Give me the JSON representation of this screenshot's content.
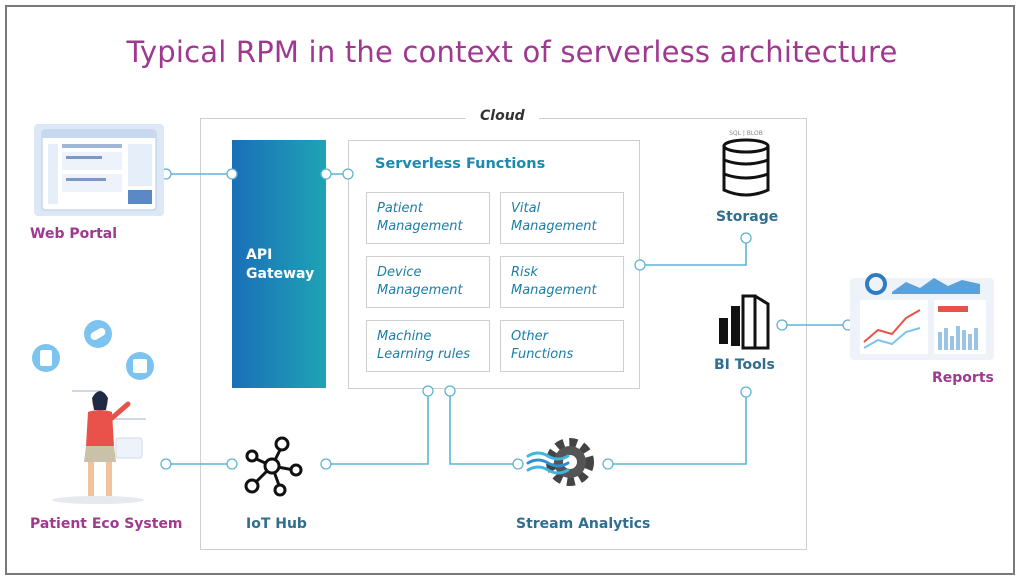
{
  "title": "Typical RPM in the context of serverless architecture",
  "cloud": {
    "label": "Cloud"
  },
  "api_gateway": {
    "label": "API\nGateway"
  },
  "serverless": {
    "title": "Serverless Functions",
    "functions": [
      "Patient\nManagement",
      "Vital\nManagement",
      "Device\nManagement",
      "Risk\nManagement",
      "Machine\nLearning rules",
      "Other\nFunctions"
    ]
  },
  "storage": {
    "label": "Storage",
    "icon": "database-icon",
    "caption": "SQL | BLOB"
  },
  "bi_tools": {
    "label": "BI Tools",
    "icon": "power-bi-icon"
  },
  "iot_hub": {
    "label": "IoT Hub",
    "icon": "hub-network-icon"
  },
  "stream_analytics": {
    "label": "Stream Analytics",
    "icon": "gear-wave-icon"
  },
  "external": {
    "web_portal": "Web Portal",
    "patient_eco": "Patient Eco System",
    "reports": "Reports"
  },
  "colors": {
    "title": "#a0388f",
    "accent": "#1a8ab0",
    "connector": "#5fb3d3",
    "api_start": "#1a6fb8",
    "api_end": "#1fa3b5"
  }
}
